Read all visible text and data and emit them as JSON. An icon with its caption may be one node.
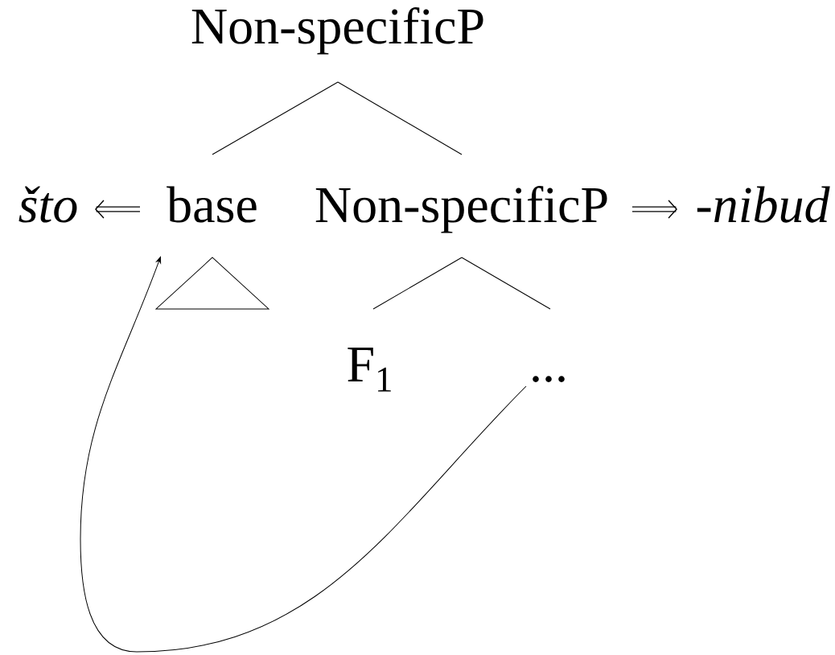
{
  "diagram": {
    "nodes": [
      {
        "text": [
          "Non-specificP"
        ]
      },
      {
        "text": [
          "base"
        ]
      },
      {
        "text": [
          "Non-specificP"
        ]
      },
      {
        "text": [
          "F$_{1}$"
        ]
      },
      {
        "text": [
          "..."
        ]
      },
      {
        "text": [
          "što"
        ]
      },
      {
        "text": [
          "-nibud"
        ]
      }
    ],
    "edges": [
      {
        "from": 0,
        "to": 1,
        "arrow": "none"
      },
      {
        "from": 0,
        "to": 2,
        "arrow": "none"
      },
      {
        "from": 2,
        "to": 3,
        "arrow": "none"
      },
      {
        "from": 2,
        "to": 4,
        "arrow": "none"
      },
      {
        "from": 1,
        "to": 5,
        "arrow": "to",
        "style": "thick"
      },
      {
        "from": 2,
        "to": 6,
        "arrow": "to",
        "style": "thick"
      },
      {
        "from": 4,
        "to": 1,
        "arrow": "to"
      }
    ]
  }
}
